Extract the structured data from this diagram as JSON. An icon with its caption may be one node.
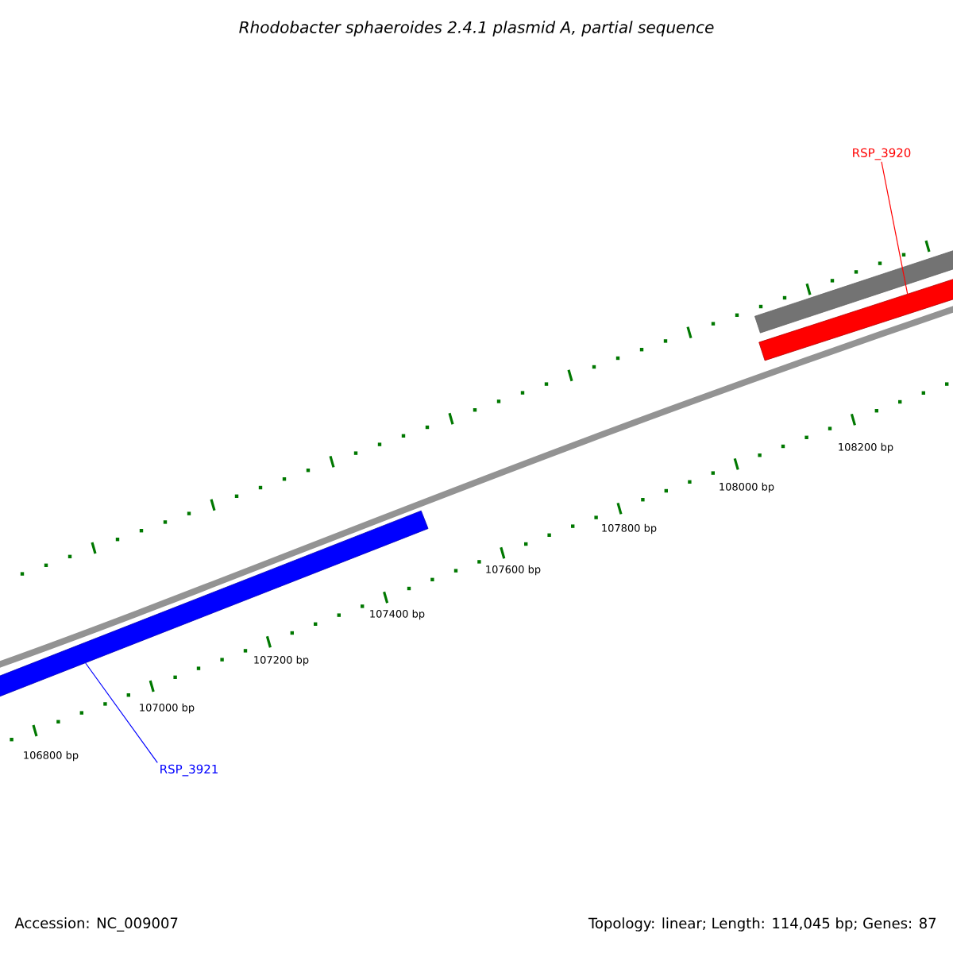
{
  "diagram": {
    "title": "Rhodobacter sphaeroides 2.4.1 plasmid A, partial sequence",
    "nodes": [
      {
        "text": [
          "RSP_3920"
        ]
      },
      {
        "text": [],
        "shape": "bar"
      },
      {
        "text": [
          "RSP_3921"
        ]
      },
      {
        "text": [],
        "shape": "bar"
      }
    ],
    "edges": [
      {
        "from": 0,
        "to": 1,
        "arrow": "none",
        "color": "#ff0000"
      },
      {
        "from": 2,
        "to": 3,
        "arrow": "none",
        "color": "#0000ff"
      }
    ],
    "labels": [
      "106800 bp",
      "107000 bp",
      "107200 bp",
      "107400 bp",
      "107600 bp",
      "107800 bp",
      "108000 bp",
      "108200 bp",
      "Accession: NC_009007",
      "Topology: linear; Length: 114,045 bp; Genes: 87"
    ]
  }
}
